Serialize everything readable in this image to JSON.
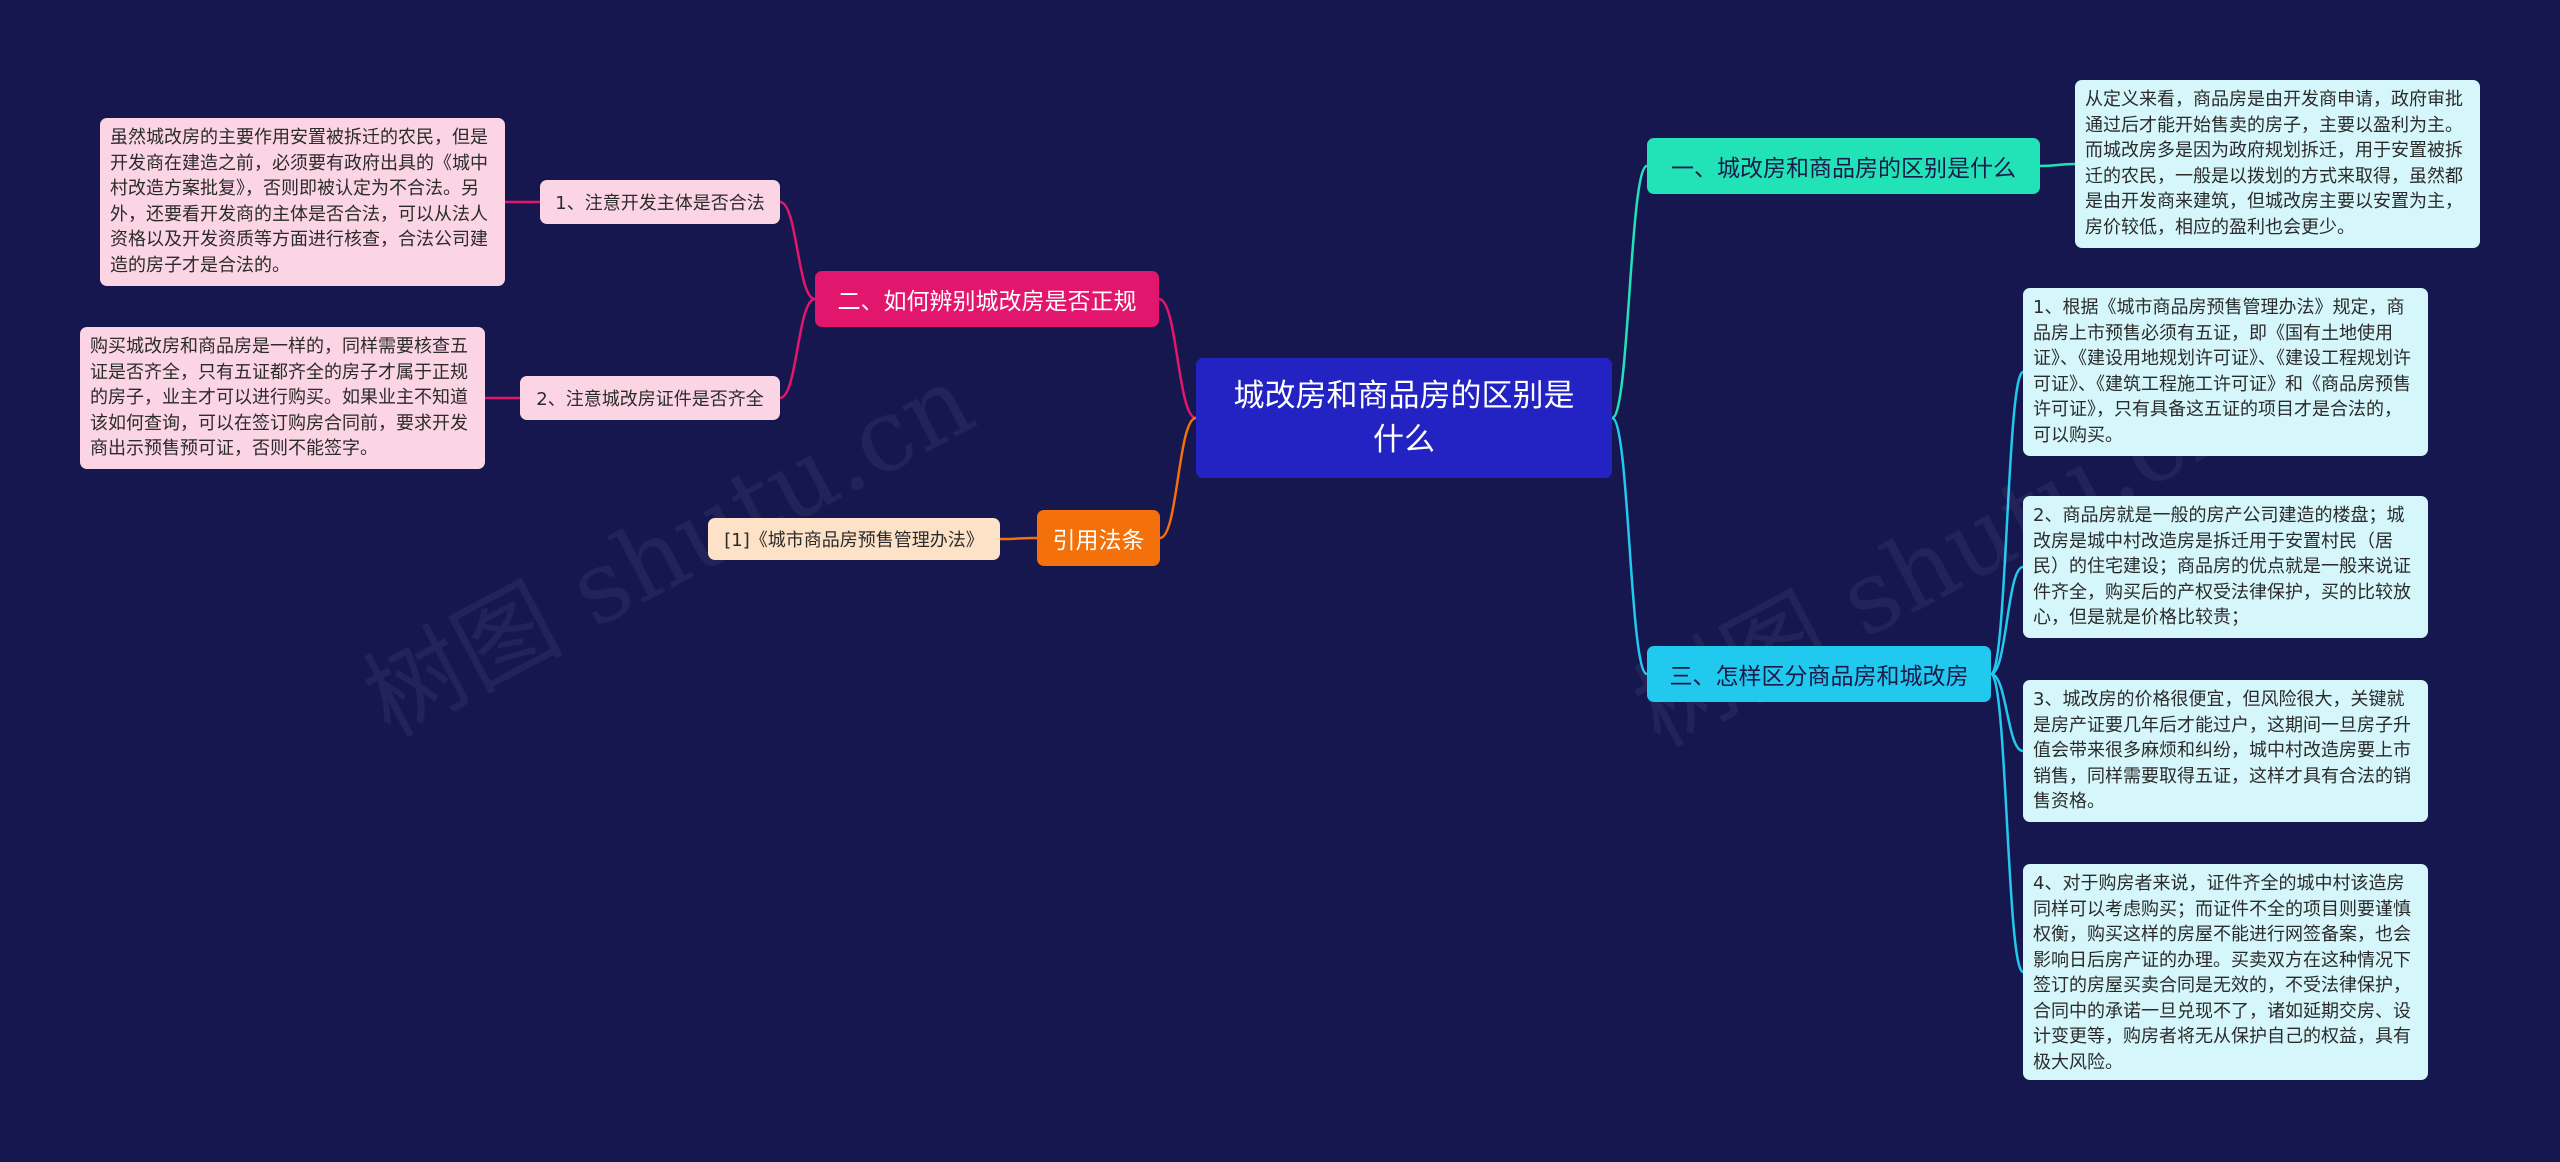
{
  "watermark": "树图 shutu.cn",
  "root": {
    "label": "城改房和商品房的区别是什么"
  },
  "topics": {
    "t1": "一、城改房和商品房的区别是什么",
    "t2": "二、如何辨别城改房是否正规",
    "t3": "三、怎样区分商品房和城改房",
    "t4": "引用法条"
  },
  "subs": {
    "s1": "1、注意开发主体是否合法",
    "s2": "2、注意城改房证件是否齐全",
    "s3": "[1]《城市商品房预售管理办法》"
  },
  "leaves": {
    "l1": "虽然城改房的主要作用安置被拆迁的农民，但是开发商在建造之前，必须要有政府出具的《城中村改造方案批复》，否则即被认定为不合法。另外，还要看开发商的主体是否合法，可以从法人资格以及开发资质等方面进行核查，合法公司建造的房子才是合法的。",
    "l2": "购买城改房和商品房是一样的，同样需要核查五证是否齐全，只有五证都齐全的房子才属于正规的房子，业主才可以进行购买。如果业主不知道该如何查询，可以在签订购房合同前，要求开发商出示预售预可证，否则不能签字。",
    "l3": "从定义来看，商品房是由开发商申请，政府审批通过后才能开始售卖的房子，主要以盈利为主。而城改房多是因为政府规划拆迁，用于安置被拆迁的农民，一般是以拨划的方式来取得，虽然都是由开发商来建筑，但城改房主要以安置为主，房价较低，相应的盈利也会更少。",
    "l4": "1、根据《城市商品房预售管理办法》规定，商品房上市预售必须有五证，即《国有土地使用证》、《建设用地规划许可证》、《建设工程规划许可证》、《建筑工程施工许可证》和《商品房预售许可证》，只有具备这五证的项目才是合法的，可以购买。",
    "l5": "2、商品房就是一般的房产公司建造的楼盘；城改房是城中村改造房是拆迁用于安置村民（居民）的住宅建设；商品房的优点就是一般来说证件齐全，购买后的产权受法律保护，买的比较放心，但是就是价格比较贵；",
    "l6": "3、城改房的价格很便宜，但风险很大，关键就是房产证要几年后才能过户，这期间一旦房子升值会带来很多麻烦和纠纷，城中村改造房要上市销售，同样需要取得五证，这样才具有合法的销售资格。",
    "l7": "4、对于购房者来说，证件齐全的城中村该造房同样可以考虑购买；而证件不全的项目则要谨慎权衡，购买这样的房屋不能进行网签备案，也会影响日后房产证的办理。买卖双方在这种情况下签订的房屋买卖合同是无效的，不受法律保护，合同中的承诺一旦兑现不了，诸如延期交房、设计变更等，购房者将无从保护自己的权益，具有极大风险。"
  },
  "colors": {
    "background": "#16174f",
    "root": "#2323c3",
    "topic1": "#22e3b8",
    "topic2": "#e3166d",
    "topic3": "#22c9ef",
    "topic4": "#f3700a",
    "pink_node": "#fbd5e4",
    "cyan_node": "#d5f6fb",
    "peach_node": "#fde2c7"
  }
}
